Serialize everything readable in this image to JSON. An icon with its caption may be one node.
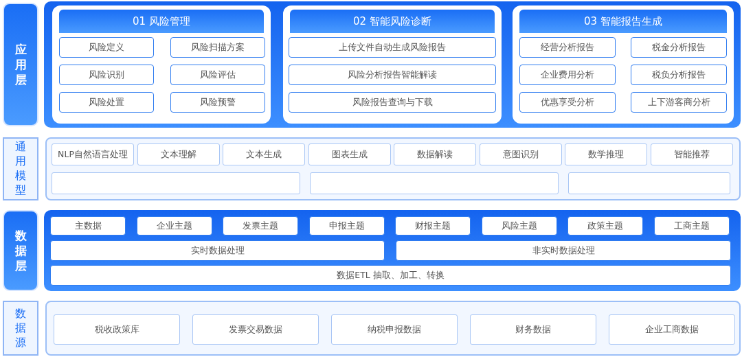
{
  "diagram": {
    "nodes": [
      {
        "text": [
          "应用层"
        ]
      },
      {
        "text": [],
        "shape": "box"
      },
      {
        "text": [
          "01 风险管理"
        ],
        "in": 1
      },
      {
        "text": [
          "风险定义"
        ],
        "in": 2
      },
      {
        "text": [
          "风险扫描方案"
        ],
        "in": 2
      },
      {
        "text": [
          "风险识别"
        ],
        "in": 2
      },
      {
        "text": [
          "风险评估"
        ],
        "in": 2
      },
      {
        "text": [
          "风险处置"
        ],
        "in": 2
      },
      {
        "text": [
          "风险预警"
        ],
        "in": 2
      },
      {
        "text": [
          "02 智能风险诊断"
        ],
        "in": 1
      },
      {
        "text": [
          "上传文件自动生成风险报告"
        ],
        "in": 9
      },
      {
        "text": [
          "风险分析报告智能解读"
        ],
        "in": 9
      },
      {
        "text": [
          "风险报告查询与下载"
        ],
        "in": 9
      },
      {
        "text": [
          "03 智能报告生成"
        ],
        "in": 1
      },
      {
        "text": [
          "经营分析报告"
        ],
        "in": 13
      },
      {
        "text": [
          "税金分析报告"
        ],
        "in": 13
      },
      {
        "text": [
          "企业费用分析"
        ],
        "in": 13
      },
      {
        "text": [
          "税负分析报告"
        ],
        "in": 13
      },
      {
        "text": [
          "优惠享受分析"
        ],
        "in": 13
      },
      {
        "text": [
          "上下游客商分析"
        ],
        "in": 13
      },
      {
        "text": [
          "通用模型"
        ]
      },
      {
        "text": [],
        "shape": "box"
      },
      {
        "text": [
          "NLP自然语言处理"
        ],
        "in": 21
      },
      {
        "text": [
          "文本理解"
        ],
        "in": 21
      },
      {
        "text": [
          "文本生成"
        ],
        "in": 21
      },
      {
        "text": [
          "图表生成"
        ],
        "in": 21
      },
      {
        "text": [
          "数据解读"
        ],
        "in": 21
      },
      {
        "text": [
          "意图识别"
        ],
        "in": 21
      },
      {
        "text": [
          "数学推理"
        ],
        "in": 21
      },
      {
        "text": [
          "智能推荐"
        ],
        "in": 21
      },
      {
        "text": [],
        "shape": "box",
        "in": 21
      },
      {
        "text": [],
        "shape": "box",
        "in": 21
      },
      {
        "text": [],
        "shape": "box",
        "in": 21
      },
      {
        "text": [
          "数据层"
        ]
      },
      {
        "text": [],
        "shape": "box"
      },
      {
        "text": [
          "主数据"
        ],
        "in": 34
      },
      {
        "text": [
          "企业主题"
        ],
        "in": 34
      },
      {
        "text": [
          "发票主题"
        ],
        "in": 34
      },
      {
        "text": [
          "申报主题"
        ],
        "in": 34
      },
      {
        "text": [
          "财报主题"
        ],
        "in": 34
      },
      {
        "text": [
          "风险主题"
        ],
        "in": 34
      },
      {
        "text": [
          "政策主题"
        ],
        "in": 34
      },
      {
        "text": [
          "工商主题"
        ],
        "in": 34
      },
      {
        "text": [
          "实时数据处理"
        ],
        "in": 34
      },
      {
        "text": [
          "非实时数据处理"
        ],
        "in": 34
      },
      {
        "text": [
          "数据ETL 抽取、加工、转换"
        ],
        "in": 34
      },
      {
        "text": [
          "数据源"
        ]
      },
      {
        "text": [],
        "shape": "box"
      },
      {
        "text": [
          "税收政策库"
        ],
        "in": 47
      },
      {
        "text": [
          "发票交易数据"
        ],
        "in": 47
      },
      {
        "text": [
          "纳税申报数据"
        ],
        "in": 47
      },
      {
        "text": [
          "财务数据"
        ],
        "in": 47
      },
      {
        "text": [
          "企业工商数据"
        ],
        "in": 47
      }
    ]
  }
}
